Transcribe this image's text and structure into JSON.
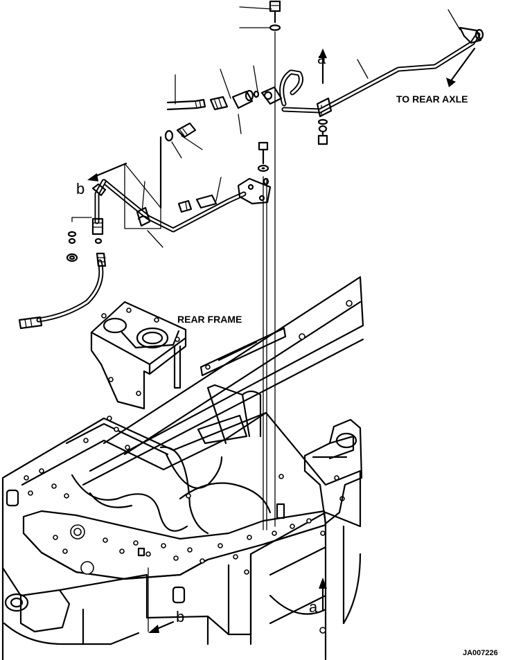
{
  "labels": {
    "to_rear_axle": "TO REAR AXLE",
    "rear_frame": "REAR FRAME",
    "ref_a_top": "a",
    "ref_a_bottom": "a",
    "ref_b_left": "b",
    "ref_b_bottom": "b",
    "drawing_code": "JA007226"
  },
  "colors": {
    "ink": "#000000",
    "paper": "#ffffff"
  }
}
